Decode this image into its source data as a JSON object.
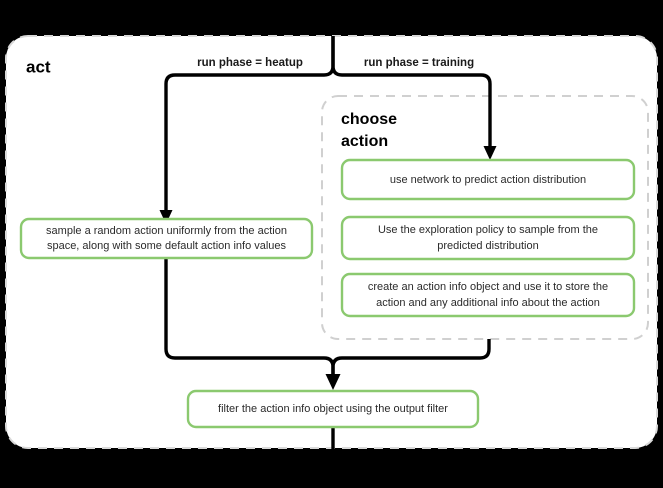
{
  "diagram": {
    "background_color": "#000000",
    "panel_color": "#ffffff",
    "node_border_color": "#8bc96f",
    "group_border_color": "#d0d0d0",
    "edge_color": "#000000",
    "panel": {
      "title": "act"
    },
    "group": {
      "title_line1": "choose",
      "title_line2": "action"
    },
    "edge_labels": {
      "heatup": "run phase = heatup",
      "training": "run phase = training"
    },
    "nodes": {
      "sample_random": {
        "line1": "sample a random action uniformly from the action",
        "line2": "space, along with some default action info values"
      },
      "use_network": {
        "line1": "use network to predict action distribution"
      },
      "exploration_policy": {
        "line1": "Use the exploration policy to sample from the",
        "line2": "predicted distribution"
      },
      "create_action_info": {
        "line1": "create an action info object and use it to store the",
        "line2": "action and any additional info about the action"
      },
      "filter_action_info": {
        "line1": "filter the action info object using the output filter"
      }
    }
  }
}
